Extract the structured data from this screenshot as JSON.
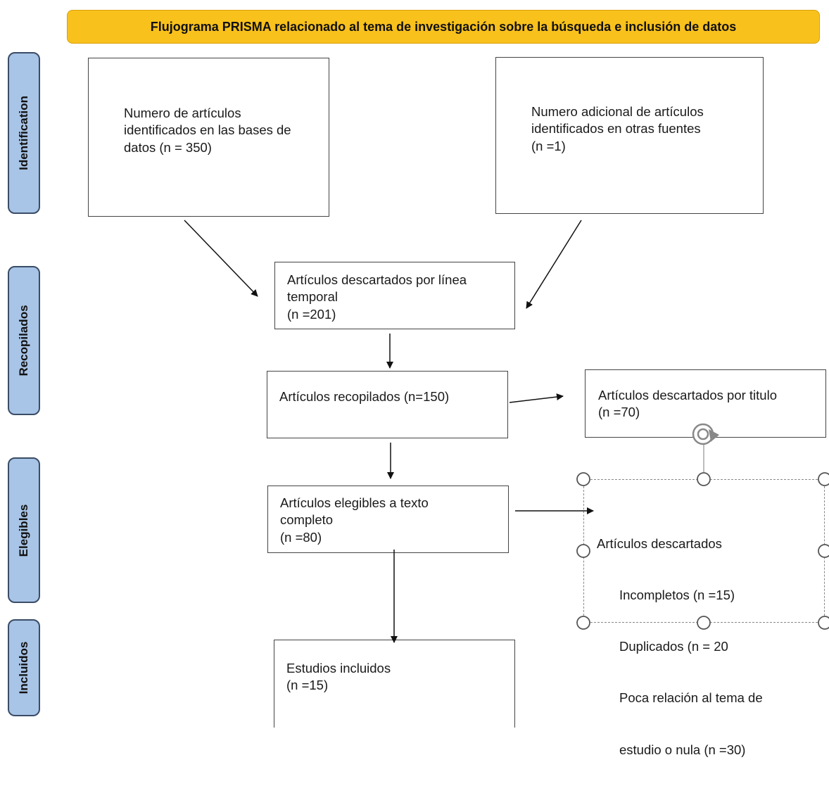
{
  "title": "Flujograma PRISMA relacionado al tema de investigación sobre la búsqueda e inclusión de datos",
  "phases": {
    "identification": "Identification",
    "recopilados": "Recopilados",
    "elegibles": "Elegibles",
    "incluidos": "Incluidos"
  },
  "boxes": {
    "db_identified": "Numero de artículos\nidentificados en las bases de\ndatos (n = 350)",
    "other_sources": "Numero adicional de artículos\nidentificados en otras fuentes\n(n =1)",
    "discarded_timeline": "Artículos descartados por línea\ntemporal\n(n =201)",
    "collected": "Artículos recopilados (n=150)",
    "discarded_title": "Artículos descartados por titulo\n(n =70)",
    "eligible_fulltext": "Artículos elegibles a texto\ncompleto\n(n =80)",
    "discarded": {
      "heading": "Artículos descartados",
      "items": [
        "Incompletos (n =15)",
        "Duplicados (n = 20",
        "Poca relación al tema de",
        "estudio o nula (n =30)"
      ]
    },
    "included": "Estudios incluidos\n(n =15)"
  },
  "colors": {
    "title_bg": "#f9c11c",
    "phase_bg": "#a8c4e6",
    "phase_border": "#3a4c66"
  }
}
